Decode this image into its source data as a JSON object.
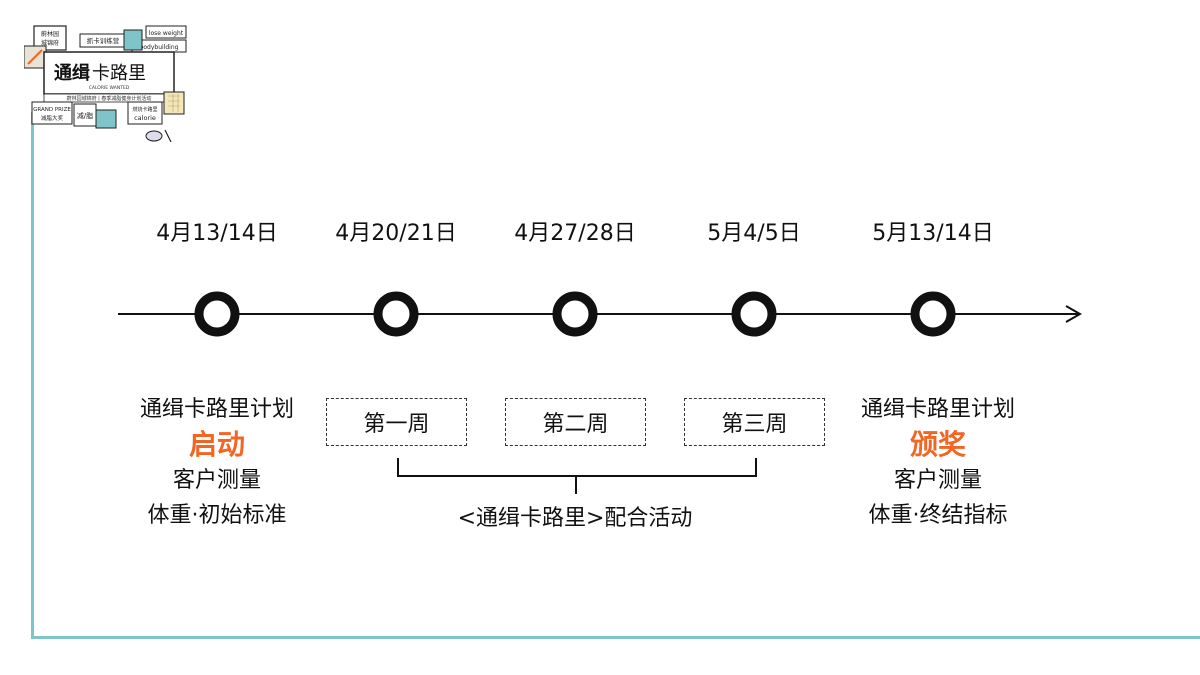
{
  "logo": {
    "title_a": "通缉",
    "title_b": "卡路里",
    "subtitle": "CALORIE WANTED",
    "tagline": "蔚林园城锦府 | 春季减脂健身计划活动",
    "chips": [
      "蔚林园城锦府",
      "抓卡训练营",
      "lose weight",
      "bodybuilding",
      "GRAND PRIZE",
      "减/脂",
      "燃烧卡路里",
      "calorie"
    ]
  },
  "colors": {
    "accent": "#f26522",
    "frame": "#7fc4c8",
    "line": "#111111"
  },
  "timeline": {
    "dates": [
      "4月13/14日",
      "4月20/21日",
      "4月27/28日",
      "5月4/5日",
      "5月13/14日"
    ],
    "start": {
      "line1": "通缉卡路里计划",
      "highlight": "启动",
      "line2": "客户测量",
      "line3": "体重·初始标准"
    },
    "end": {
      "line1": "通缉卡路里计划",
      "highlight": "颁奖",
      "line2": "客户测量",
      "line3": "体重·终结指标"
    },
    "weeks": [
      "第一周",
      "第二周",
      "第三周"
    ],
    "activity": "<通缉卡路里>配合活动"
  }
}
